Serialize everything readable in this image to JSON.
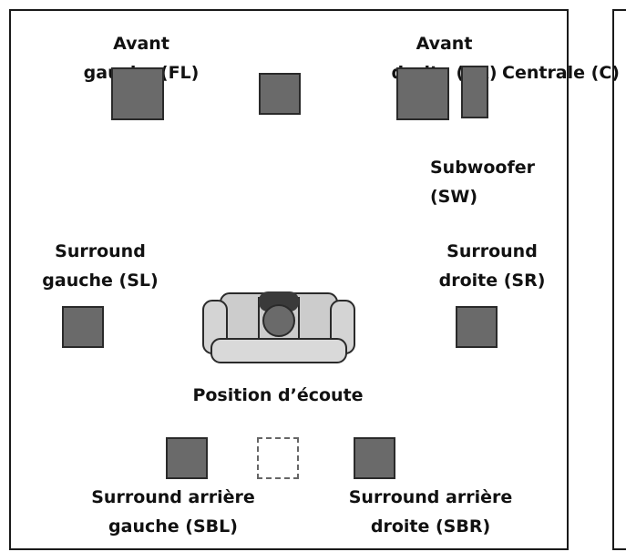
{
  "labels": {
    "front_left": [
      "Avant",
      "gauche (FL)"
    ],
    "front_right": [
      "Avant",
      "droite (FR)"
    ],
    "center": "Centrale (C)",
    "subwoofer": [
      "Subwoofer",
      "(SW)"
    ],
    "surround_left": [
      "Surround",
      "gauche (SL)"
    ],
    "surround_right": [
      "Surround",
      "droite (SR)"
    ],
    "listening_position": "Position d’écoute",
    "surround_back_left": [
      "Surround arrière",
      "gauche (SBL)"
    ],
    "surround_back_right": [
      "Surround arrière",
      "droite (SBR)"
    ]
  },
  "colors": {
    "speaker_fill": "#6a6a6a",
    "speaker_border": "#2a2a2a",
    "frame": "#1a1a1a",
    "sofa": "#cccccc"
  }
}
